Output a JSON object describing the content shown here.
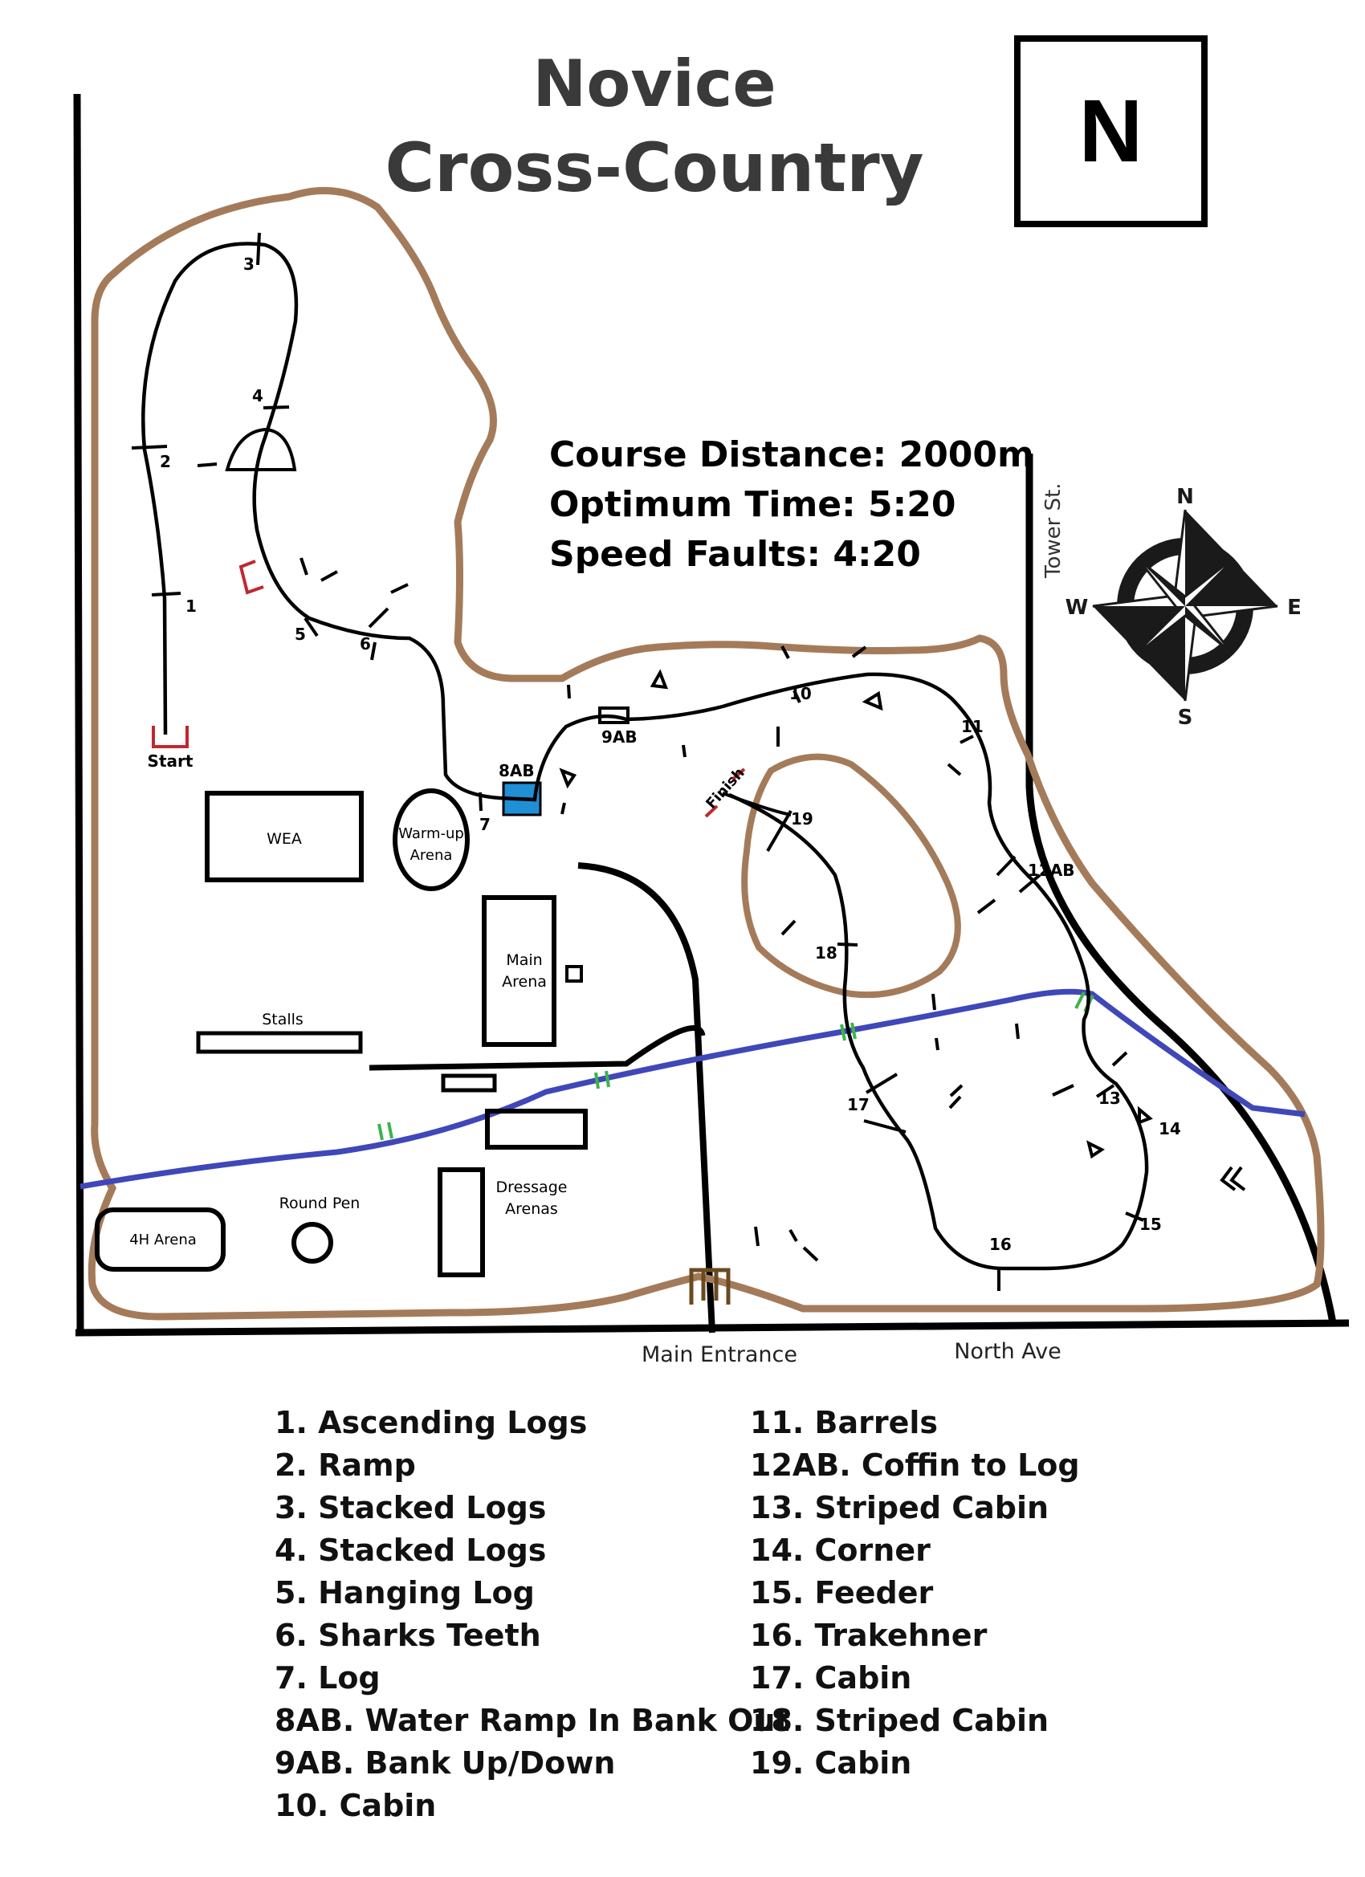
{
  "title": {
    "line1": "Novice",
    "line2": "Cross-Country"
  },
  "north_box_label": "N",
  "course_info": {
    "distance": "Course Distance: 2000m",
    "optimum_time": "Optimum Time: 5:20",
    "speed_faults": "Speed Faults: 4:20"
  },
  "compass": {
    "n": "N",
    "s": "S",
    "e": "E",
    "w": "W"
  },
  "roads": {
    "tower_st": "Tower St.",
    "main_entrance": "Main Entrance",
    "north_ave": "North Ave"
  },
  "facilities": {
    "wea": "WEA",
    "warmup_line1": "Warm-up",
    "warmup_line2": "Arena",
    "main_line1": "Main",
    "main_line2": "Arena",
    "stalls": "Stalls",
    "round_pen": "Round Pen",
    "dressage_line1": "Dressage",
    "dressage_line2": "Arenas",
    "four_h_arena": "4H Arena"
  },
  "course_labels": {
    "start": "Start",
    "finish": "Finish",
    "f1": "1",
    "f2": "2",
    "f3": "3",
    "f4": "4",
    "f5": "5",
    "f6": "6",
    "f7": "7",
    "f8": "8AB",
    "f9": "9AB",
    "f10": "10",
    "f11": "11",
    "f12": "12AB",
    "f13": "13",
    "f14": "14",
    "f15": "15",
    "f16": "16",
    "f17": "17",
    "f18": "18",
    "f19": "19"
  },
  "legend_left": [
    "1. Ascending Logs",
    "2. Ramp",
    "3. Stacked Logs",
    "4. Stacked Logs",
    "5. Hanging Log",
    "6. Sharks Teeth",
    "7. Log",
    "8AB. Water Ramp In Bank Out",
    "9AB. Bank Up/Down",
    "10. Cabin"
  ],
  "legend_right": [
    "11. Barrels",
    "12AB. Coffin to Log",
    "13. Striped Cabin",
    "14. Corner",
    "15. Feeder",
    "16. Trakehner",
    "17. Cabin",
    "18. Striped Cabin",
    "19. Cabin"
  ],
  "colors": {
    "boundary_path": "#a47b5a",
    "river": "#3f47b9",
    "water_jump": "#1f8fd6",
    "start_finish_markers": "#c0282d",
    "crossings": "#3cb44b",
    "gate": "#6b4a22",
    "course_line": "#000000"
  }
}
